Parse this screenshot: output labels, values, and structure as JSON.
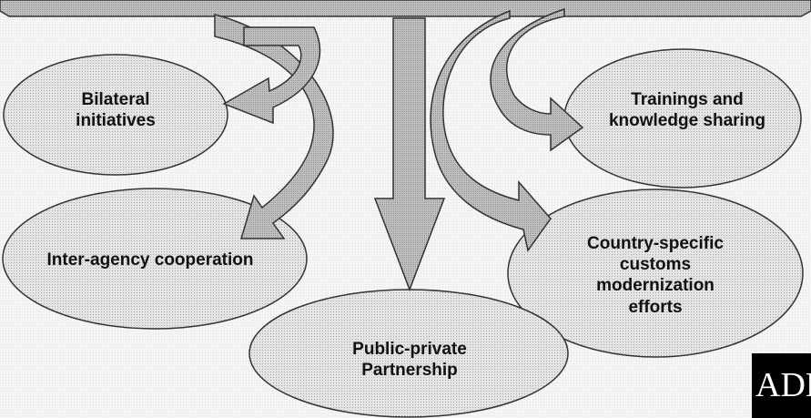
{
  "diagram": {
    "nodes": [
      {
        "id": "bilateral",
        "lines": [
          "Bilateral",
          "initiatives"
        ]
      },
      {
        "id": "trainings",
        "lines": [
          "Trainings and",
          "knowledge sharing"
        ]
      },
      {
        "id": "interagency",
        "lines": [
          "Inter-agency cooperation"
        ]
      },
      {
        "id": "countryspecific",
        "lines": [
          "Country-specific",
          "customs",
          "modernization",
          "efforts"
        ]
      },
      {
        "id": "ppp",
        "lines": [
          "Public-private",
          "Partnership"
        ]
      }
    ],
    "colors": {
      "ellipse_fill": "#d9d9d9",
      "arrow_fill": "#bdbdbd",
      "arrow_dark": "#8a8a8a",
      "outline": "#333333",
      "logo_bg": "#000000",
      "logo_text": "#ffffff"
    }
  },
  "logo": {
    "text": "ADB"
  }
}
